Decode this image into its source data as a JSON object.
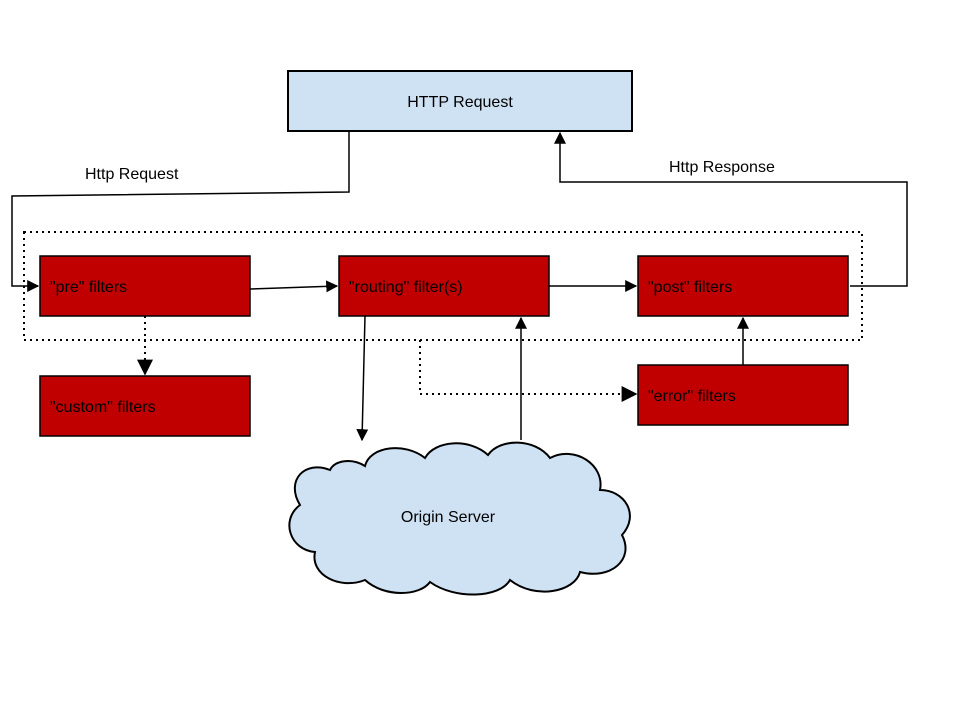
{
  "nodes": {
    "http_request": {
      "label": "HTTP Request"
    },
    "pre_filters": {
      "label": "\"pre\" filters"
    },
    "routing_filters": {
      "label": "\"routing\" filter(s)"
    },
    "post_filters": {
      "label": "\"post\" filters"
    },
    "custom_filters": {
      "label": "\"custom\" filters"
    },
    "error_filters": {
      "label": "\"error\" filters"
    },
    "origin_server": {
      "label": "Origin Server"
    }
  },
  "edges": {
    "request_label": "Http Request",
    "response_label": "Http Response"
  },
  "colors": {
    "filter_fill": "#c00000",
    "request_fill": "#cfe2f3",
    "cloud_fill": "#cfe2f3",
    "stroke": "#000000"
  }
}
